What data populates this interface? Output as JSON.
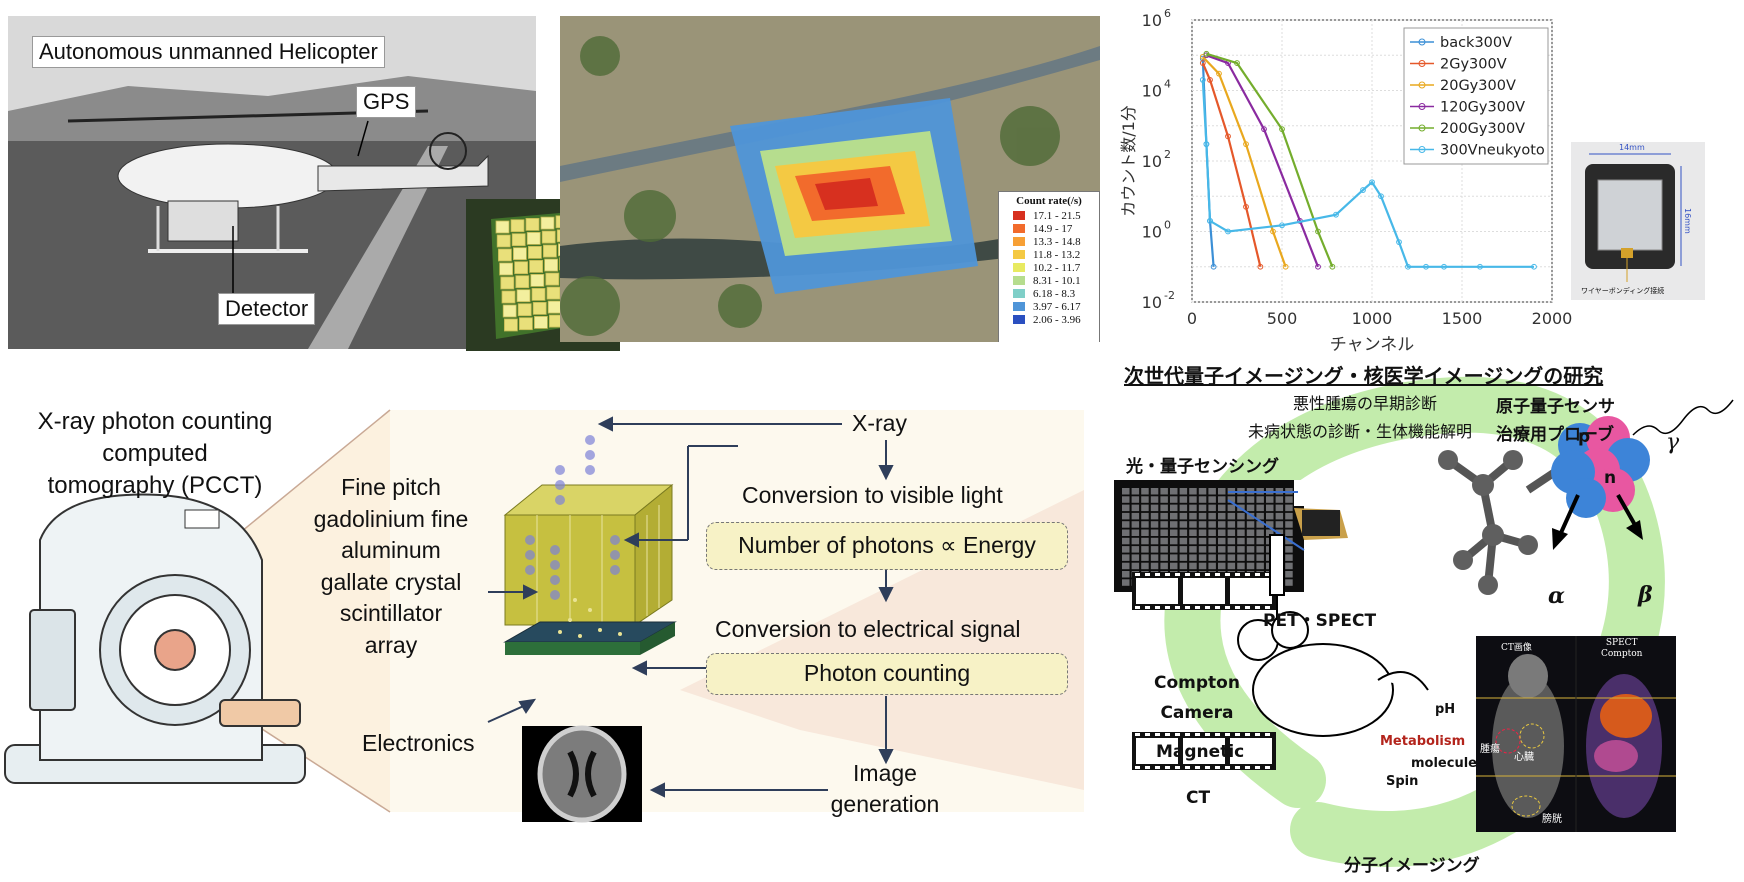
{
  "helicopter_photo": {
    "title": "Autonomous unmanned Helicopter",
    "gps": "GPS",
    "detector": "Detector"
  },
  "count_map": {
    "legend_title": "Count rate(/s)",
    "legend": [
      {
        "range": "17.1 - 21.5",
        "color": "#d7301f"
      },
      {
        "range": "14.9 - 17",
        "color": "#f26b2c"
      },
      {
        "range": "13.3 - 14.8",
        "color": "#f7a035"
      },
      {
        "range": "11.8 - 13.2",
        "color": "#f4c943"
      },
      {
        "range": "10.2 - 11.7",
        "color": "#e8ea61"
      },
      {
        "range": "8.31 - 10.1",
        "color": "#b6dd8e"
      },
      {
        "range": "6.18 - 8.3",
        "color": "#7fcfc8"
      },
      {
        "range": "3.97 - 6.17",
        "color": "#4f95d8"
      },
      {
        "range": "2.06 - 3.96",
        "color": "#2a4fc0"
      }
    ]
  },
  "chart_data": {
    "type": "line",
    "xlabel": "チャンネル",
    "ylabel": "カウント数/1分",
    "xlim": [
      0,
      2000
    ],
    "ylim_log10": [
      -2,
      6
    ],
    "x_ticks": [
      "0",
      "500",
      "1000",
      "1500",
      "2000"
    ],
    "y_ticks": [
      "10^-2",
      "10^0",
      "10^2",
      "10^4",
      "10^6"
    ],
    "scale_y": "log",
    "grid": true,
    "legend_position": "top-right",
    "series": [
      {
        "name": "back300V",
        "color": "#3b8fd6",
        "marker": "circle",
        "points": [
          [
            60,
            80000
          ],
          [
            80,
            300
          ],
          [
            100,
            2
          ],
          [
            120,
            0.1
          ]
        ]
      },
      {
        "name": "2Gy300V",
        "color": "#e5582a",
        "marker": "triangle-left",
        "points": [
          [
            60,
            60000
          ],
          [
            100,
            20000
          ],
          [
            200,
            500
          ],
          [
            300,
            5
          ],
          [
            380,
            0.1
          ]
        ]
      },
      {
        "name": "20Gy300V",
        "color": "#e9a81e",
        "marker": "plus",
        "points": [
          [
            60,
            90000
          ],
          [
            150,
            30000
          ],
          [
            300,
            300
          ],
          [
            450,
            1
          ],
          [
            520,
            0.1
          ]
        ]
      },
      {
        "name": "120Gy300V",
        "color": "#8a2aa0",
        "marker": "asterisk",
        "points": [
          [
            80,
            100000
          ],
          [
            200,
            60000
          ],
          [
            400,
            800
          ],
          [
            600,
            2
          ],
          [
            700,
            0.1
          ]
        ]
      },
      {
        "name": "200Gy300V",
        "color": "#74ad2d",
        "marker": "triangle-up",
        "points": [
          [
            80,
            110000
          ],
          [
            250,
            60000
          ],
          [
            500,
            800
          ],
          [
            700,
            1
          ],
          [
            780,
            0.1
          ]
        ]
      },
      {
        "name": "300Vneukyoto",
        "color": "#47b8e8",
        "marker": "triangle-down",
        "points": [
          [
            60,
            20000
          ],
          [
            80,
            300
          ],
          [
            100,
            2
          ],
          [
            200,
            1
          ],
          [
            500,
            1.5
          ],
          [
            800,
            3
          ],
          [
            950,
            15
          ],
          [
            1000,
            25
          ],
          [
            1050,
            10
          ],
          [
            1150,
            0.5
          ],
          [
            1200,
            0.1
          ],
          [
            1300,
            0.1
          ],
          [
            1400,
            0.1
          ],
          [
            1600,
            0.1
          ],
          [
            1900,
            0.1
          ]
        ]
      }
    ]
  },
  "chip_photo": {
    "width_label": "14mm",
    "height_label": "16mm",
    "caption": "ワイヤーボンディング接続"
  },
  "pcct": {
    "title_lines": [
      "X-ray photon counting",
      "computed",
      "tomography (PCCT)"
    ],
    "crystal_lines": [
      "Fine pitch",
      "gadolinium fine",
      "aluminum",
      "gallate crystal",
      "scintillator",
      "array"
    ],
    "electronics": "Electronics",
    "xray": "X-ray",
    "conversion_light": "Conversion to visible light",
    "photons_energy": "Number of photons ∝ Energy",
    "conversion_electrical": "Conversion to electrical signal",
    "photon_counting": "Photon counting",
    "image_generation_lines": [
      "Image",
      "generation"
    ]
  },
  "quantum": {
    "heading": "次世代量子イメージング・核医学イメージングの研究",
    "early_diagnosis": "悪性腫瘍の早期診断",
    "pre_disease": "未病状態の診断・生体機能解明",
    "atomic_sensor": "原子量子センサ",
    "treatment_probe": "治療用プローブ",
    "gamma": "γ",
    "optical_sensing": "光・量子センシング",
    "pet_spect": "PET・SPECT",
    "compton_lines": [
      "Compton",
      "Camera"
    ],
    "magnetic": "Magnetic",
    "ct": "CT",
    "ph": "pH",
    "metabolism": "Metabolism",
    "molecule": "molecule",
    "spin": "Spin",
    "molecular_imaging": "分子イメージング",
    "alpha": "α",
    "beta": "β",
    "proton": "p",
    "neutron": "n",
    "ct_image": "CT画像",
    "spect_compton_lines": [
      "SPECT",
      "Compton"
    ],
    "tumor": "腫瘍",
    "heart": "心臓",
    "bladder": "膀胱"
  }
}
